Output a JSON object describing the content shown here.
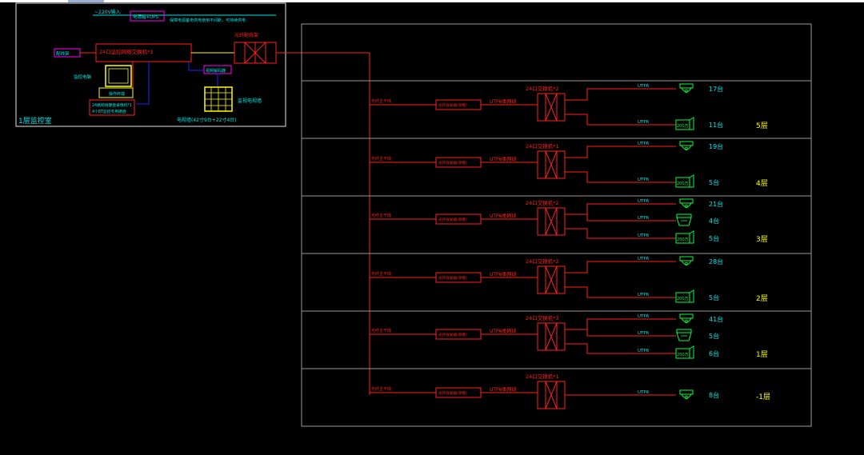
{
  "colors": {
    "red": "#ff2020",
    "cyan": "#00e5e5",
    "green": "#00ff40",
    "yellow": "#ffff00",
    "magenta": "#ff00ff",
    "blue": "#2020ff",
    "white": "#e6e6e6",
    "frame": "#9a9a9a",
    "teal": "#00c8a0"
  },
  "control_room": {
    "power_label": "~220V输入",
    "ups_label": "电源箱+UPS",
    "power_note": "保障电源备电供电使用不间断，可持续供电",
    "core_switch_label": "24口监控网络交换机*1",
    "patch_label": "配线架",
    "dist_frame_label": "光纤配线架",
    "operator_label": "操作终端",
    "pc_label": "监控电脑",
    "nvr_line1": "24路网络硬盘录像机*1",
    "nvr_line2": "4个8T监控专用硬盘",
    "decoder_label": "视频解码器",
    "tv_wall_label": "监视电视墙",
    "tv_wall_detail": "电视墙(42寸9台+22寸4台)",
    "room_label": "1层监控室"
  },
  "floors": [
    {
      "floor": "5层",
      "fiber_label": "光纤主干线",
      "transceiver_label": "光纤收发器(单模)",
      "utp_main": "UTP6类网线",
      "switch_label": "24口交换机*2",
      "branches": [
        {
          "cable": "UTP6",
          "camera_type": "dome",
          "count": "17台"
        },
        {
          "cable": "UTP6",
          "camera_type": "bullet",
          "cam_text": "200万",
          "count": "11台"
        }
      ]
    },
    {
      "floor": "4层",
      "fiber_label": "光纤主干线",
      "transceiver_label": "光纤收发器(单模)",
      "utp_main": "UTP6类网线",
      "switch_label": "24口交换机*1",
      "branches": [
        {
          "cable": "UTP6",
          "camera_type": "dome",
          "count": "19台"
        },
        {
          "cable": "UTP6",
          "camera_type": "bullet",
          "cam_text": "200万",
          "count": "5台"
        }
      ]
    },
    {
      "floor": "3层",
      "fiber_label": "光纤主干线",
      "transceiver_label": "光纤收发器(单模)",
      "utp_main": "UTP6类网线",
      "switch_label": "24口交换机*2",
      "branches": [
        {
          "cable": "UTP6",
          "camera_type": "dome",
          "count": "21台"
        },
        {
          "cable": "UTP6",
          "camera_type": "ptz",
          "count": "4台"
        },
        {
          "cable": "UTP6",
          "camera_type": "bullet",
          "cam_text": "200万",
          "count": "5台"
        }
      ]
    },
    {
      "floor": "2层",
      "fiber_label": "光纤主干线",
      "transceiver_label": "光纤收发器(单模)",
      "utp_main": "UTP6类网线",
      "switch_label": "24口交换机*2",
      "branches": [
        {
          "cable": "UTP6",
          "camera_type": "dome",
          "count": "28台"
        },
        {
          "cable": "UTP6",
          "camera_type": "bullet",
          "cam_text": "200万",
          "count": "5台"
        }
      ]
    },
    {
      "floor": "1层",
      "fiber_label": "光纤主干线",
      "transceiver_label": "光纤收发器(单模)",
      "utp_main": "UTP6类网线",
      "switch_label": "24口交换机*3",
      "branches": [
        {
          "cable": "UTP6",
          "camera_type": "dome",
          "count": "41台"
        },
        {
          "cable": "UTP6",
          "camera_type": "ptz",
          "count": "5台"
        },
        {
          "cable": "UTP6",
          "camera_type": "bullet",
          "cam_text": "200万",
          "count": "6台"
        }
      ]
    },
    {
      "floor": "-1层",
      "fiber_label": "光纤主干线",
      "transceiver_label": "光纤收发器(单模)",
      "utp_main": "UTP6类网线",
      "switch_label": "24口交换机*1",
      "branches": [
        {
          "cable": "UTP6",
          "camera_type": "dome",
          "count": "8台"
        }
      ]
    }
  ]
}
